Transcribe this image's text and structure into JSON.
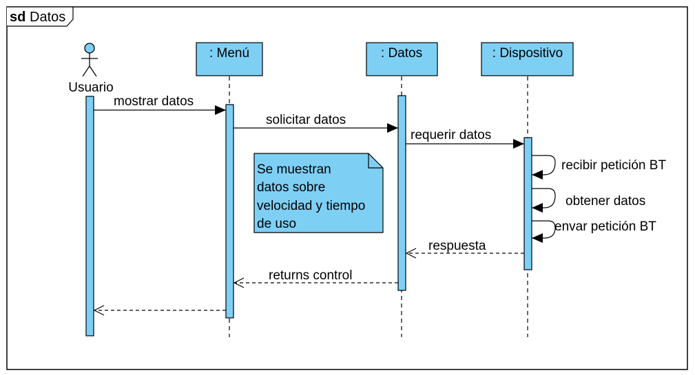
{
  "frame": {
    "keyword": "sd",
    "name": "Datos"
  },
  "actor": {
    "name": "Usuario"
  },
  "lifelines": [
    {
      "id": "menu",
      "label": ": Menú"
    },
    {
      "id": "datos",
      "label": ": Datos"
    },
    {
      "id": "dispositivo",
      "label": ": Dispositivo"
    }
  ],
  "messages": [
    {
      "id": "mostrar",
      "label": "mostrar datos",
      "kind": "sync"
    },
    {
      "id": "solicitar",
      "label": "solicitar datos",
      "kind": "sync"
    },
    {
      "id": "requerir",
      "label": "requerir datos",
      "kind": "sync"
    },
    {
      "id": "recibir",
      "label": "recibir petición BT",
      "kind": "self"
    },
    {
      "id": "obtener",
      "label": "obtener datos",
      "kind": "self"
    },
    {
      "id": "enviar",
      "label": "envar petición BT",
      "kind": "self"
    },
    {
      "id": "respuesta",
      "label": "respuesta",
      "kind": "return"
    },
    {
      "id": "returns",
      "label": "returns control",
      "kind": "return"
    },
    {
      "id": "final-return",
      "label": "",
      "kind": "return"
    }
  ],
  "note": {
    "lines": [
      "Se muestran",
      "datos sobre",
      "velocidad y tiempo",
      "de uso"
    ]
  },
  "colors": {
    "fill": "#7ecff4",
    "stroke": "#000000",
    "background": "#ffffff"
  }
}
